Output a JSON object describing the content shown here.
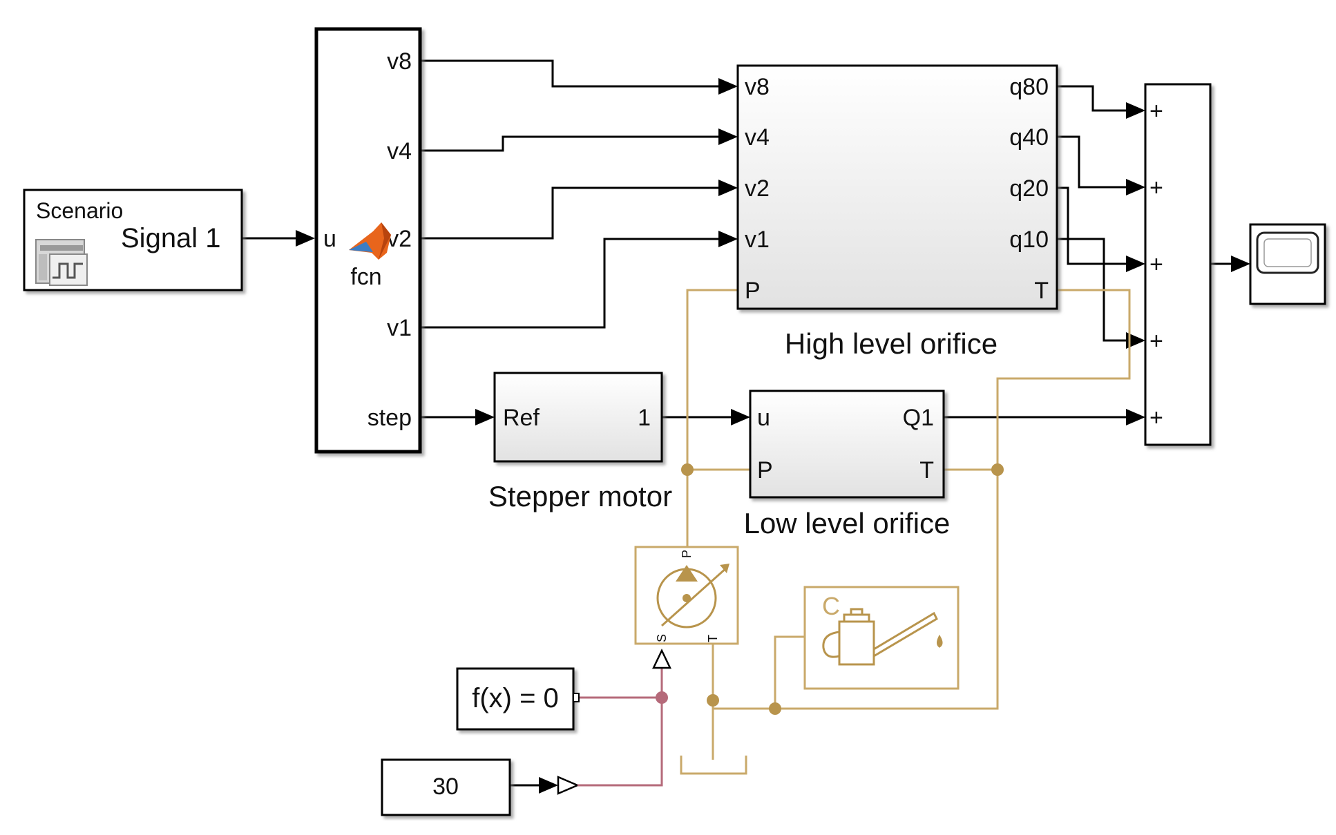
{
  "colors": {
    "signal": "#000000",
    "physical": "#c9a96a",
    "physical_dark": "#b8944c",
    "simulink_signal": "#b56a7a",
    "block_fill": "#eeeeee",
    "matlab_icon": "#e8651c"
  },
  "scenario": {
    "title": "Scenario",
    "signal": "Signal 1",
    "icon": "signal-builder-icon"
  },
  "fcn": {
    "name": "fcn",
    "in_port": "u",
    "out_ports": [
      "v8",
      "v4",
      "v2",
      "v1",
      "step"
    ],
    "icon": "matlab-logo-icon"
  },
  "high_orifice": {
    "label": "High level orifice",
    "in_ports": [
      "v8",
      "v4",
      "v2",
      "v1",
      "P"
    ],
    "out_ports": [
      "q80",
      "q40",
      "q20",
      "q10",
      "T"
    ]
  },
  "stepper": {
    "label": "Stepper motor",
    "in_port": "Ref",
    "out_port": "1"
  },
  "low_orifice": {
    "label": "Low level orifice",
    "in_ports": [
      "u",
      "P"
    ],
    "out_ports": [
      "Q1",
      "T"
    ]
  },
  "sum": {
    "signs": [
      "+",
      "+",
      "+",
      "+",
      "+"
    ]
  },
  "scope": {
    "icon": "scope-icon"
  },
  "pump": {
    "port_p": "P",
    "port_s": "S",
    "port_t": "T",
    "icon": "pump-icon"
  },
  "accumulator": {
    "letter": "C",
    "icon": "oil-can-icon"
  },
  "solver": {
    "label": "f(x) = 0"
  },
  "constant": {
    "value": "30"
  }
}
